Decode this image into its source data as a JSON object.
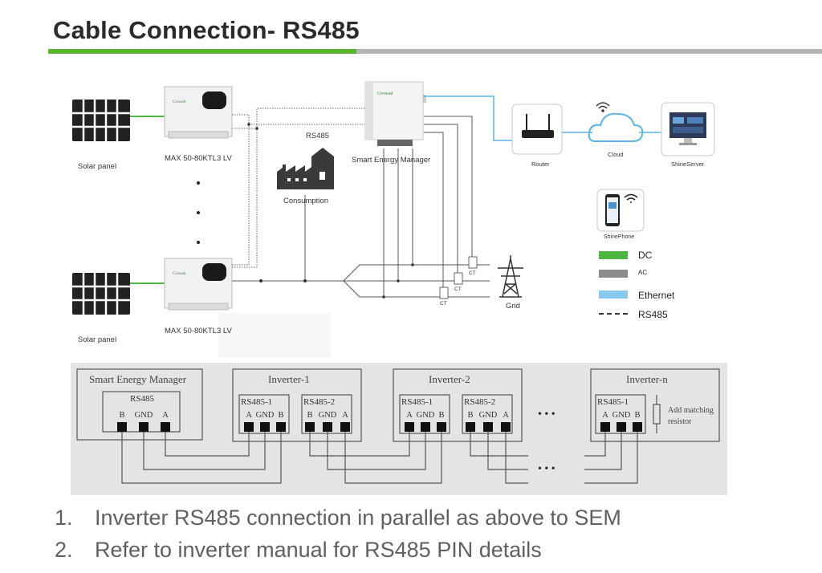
{
  "title": "Cable Connection- RS485",
  "labels": {
    "solar_panel_top": "Solar panel",
    "solar_panel_bottom": "Solar panel",
    "inverter_top": "MAX 50-80KTL3 LV",
    "inverter_bottom": "MAX 50-80KTL3 LV",
    "rs485_line": "RS485",
    "consumption": "Consumption",
    "sem": "Smart Energy Manager",
    "router": "Router",
    "cloud": "Cloud",
    "shineserver": "ShineServer",
    "shinephone": "ShinePhone",
    "grid": "Grid",
    "ct": "CT",
    "brand": "Growatt"
  },
  "legend": [
    {
      "label": "DC",
      "color": "#4cb641",
      "style": "solid"
    },
    {
      "label": "AC",
      "color": "#8c8c8c",
      "style": "solid"
    },
    {
      "label": "Ethernet",
      "color": "#86c8ee",
      "style": "solid"
    },
    {
      "label": "RS485",
      "color": "#333333",
      "style": "dashed"
    }
  ],
  "wiring": {
    "sem_title": "Smart Energy Manager",
    "sem_port": "RS485",
    "sem_pins": [
      "B",
      "GND",
      "A"
    ],
    "inverter1_title": "Inverter-1",
    "inverter2_title": "Inverter-2",
    "invertern_title": "Inverter-n",
    "port1": "RS485-1",
    "port2": "RS485-2",
    "pins_port1": [
      "A",
      "GND",
      "B"
    ],
    "pins_port2": [
      "B",
      "GND",
      "A"
    ],
    "ellipsis": "• • •",
    "resistor_note_1": "Add matching",
    "resistor_note_2": "resistor"
  },
  "notes": [
    {
      "num": "1.",
      "text": "Inverter RS485 connection in parallel as above to SEM"
    },
    {
      "num": "2.",
      "text": "Refer to inverter manual for RS485 PIN details"
    }
  ]
}
